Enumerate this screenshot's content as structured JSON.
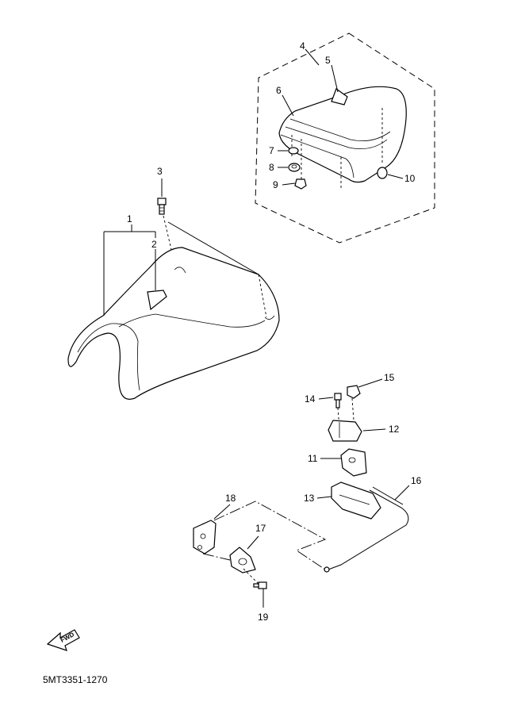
{
  "callouts": [
    {
      "id": "1",
      "text": "1"
    },
    {
      "id": "2",
      "text": "2"
    },
    {
      "id": "3",
      "text": "3"
    },
    {
      "id": "4",
      "text": "4"
    },
    {
      "id": "5",
      "text": "5"
    },
    {
      "id": "6",
      "text": "6"
    },
    {
      "id": "7",
      "text": "7"
    },
    {
      "id": "8",
      "text": "8"
    },
    {
      "id": "9",
      "text": "9"
    },
    {
      "id": "10",
      "text": "10"
    },
    {
      "id": "11",
      "text": "11"
    },
    {
      "id": "12",
      "text": "12"
    },
    {
      "id": "13",
      "text": "13"
    },
    {
      "id": "14",
      "text": "14"
    },
    {
      "id": "15",
      "text": "15"
    },
    {
      "id": "16",
      "text": "16"
    },
    {
      "id": "17",
      "text": "17"
    },
    {
      "id": "18",
      "text": "18"
    },
    {
      "id": "19",
      "text": "19"
    }
  ],
  "fwd_label": "FWD",
  "diagram_code": "5MT3351-1270",
  "icons": {
    "fwd_arrow": "forward-arrow-icon"
  }
}
